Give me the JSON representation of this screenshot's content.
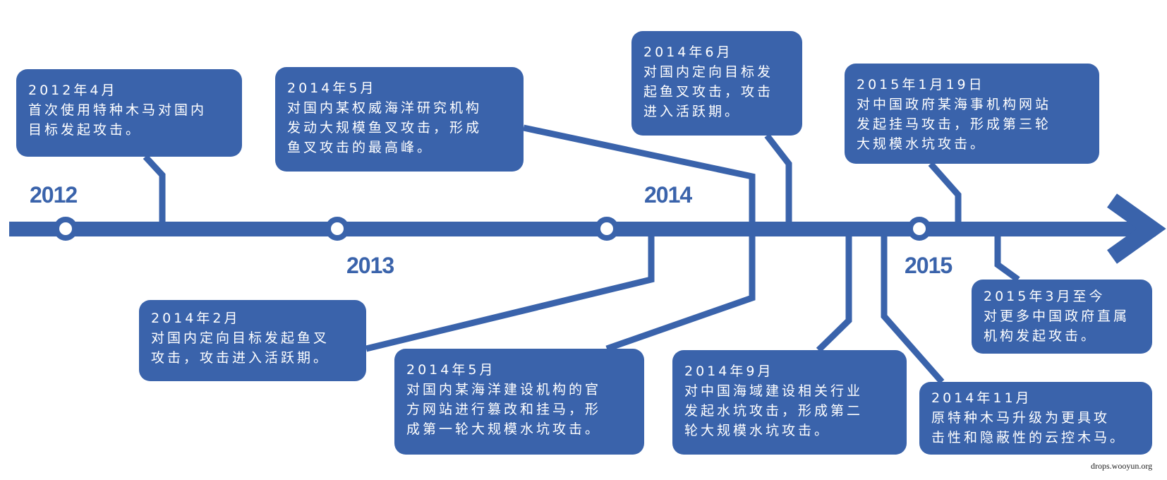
{
  "colors": {
    "primary": "#3a63ab",
    "background": "#ffffff"
  },
  "years": [
    "2012",
    "2013",
    "2014",
    "2015"
  ],
  "events": [
    {
      "date": "2012年4月",
      "lines": [
        "首次使用特种木马对国内",
        "目标发起攻击。"
      ]
    },
    {
      "date": "2014年5月",
      "lines": [
        "对国内某权威海洋研究机构",
        "发动大规模鱼叉攻击，形成",
        "鱼叉攻击的最高峰。"
      ]
    },
    {
      "date": "2014年6月",
      "lines": [
        "对国内定向目标发",
        "起鱼叉攻击，攻击",
        "进入活跃期。"
      ]
    },
    {
      "date": "2015年1月19日",
      "lines": [
        "对中国政府某海事机构网站",
        "发起挂马攻击，形成第三轮",
        "大规模水坑攻击。"
      ]
    },
    {
      "date": "2015年3月至今",
      "lines": [
        "对更多中国政府直属",
        "机构发起攻击。"
      ]
    },
    {
      "date": "2014年11月",
      "lines": [
        "原特种木马升级为更具攻",
        "击性和隐蔽性的云控木马。"
      ]
    },
    {
      "date": "2014年2月",
      "lines": [
        "对国内定向目标发起鱼叉",
        "攻击，攻击进入活跃期。"
      ]
    },
    {
      "date": "2014年5月",
      "lines": [
        "对国内某海洋建设机构的官",
        "方网站进行篡改和挂马，形",
        "成第一轮大规模水坑攻击。"
      ]
    },
    {
      "date": "2014年9月",
      "lines": [
        "对中国海域建设相关行业",
        "发起水坑攻击，形成第二",
        "轮大规模水坑攻击。"
      ]
    }
  ],
  "watermark": "drops.wooyun.org"
}
